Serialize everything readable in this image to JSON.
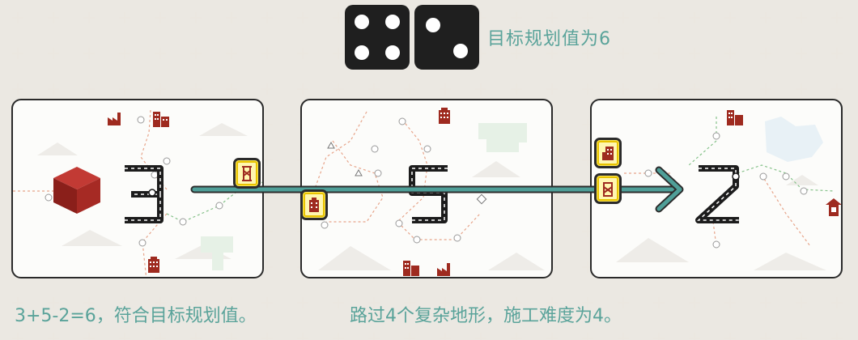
{
  "goal_text": "目标规划值为6",
  "dice": [
    {
      "value": 4
    },
    {
      "value": 2
    }
  ],
  "cards": [
    {
      "number": "3"
    },
    {
      "number": "5"
    },
    {
      "number": "2"
    }
  ],
  "captions": {
    "left": "3+5-2=6，符合目标规划值。",
    "right": "路过4个复杂地形，施工难度为4。"
  },
  "colors": {
    "accent": "#5aa39a",
    "arrow": "#4f9f98",
    "highlight": "#ffe95a",
    "icon": "#9e2a1f",
    "dice": "#1f1f1f"
  },
  "icons": [
    "factory-icon",
    "apartment-icon",
    "office-icon",
    "tower-icon",
    "dice-3d-icon"
  ]
}
